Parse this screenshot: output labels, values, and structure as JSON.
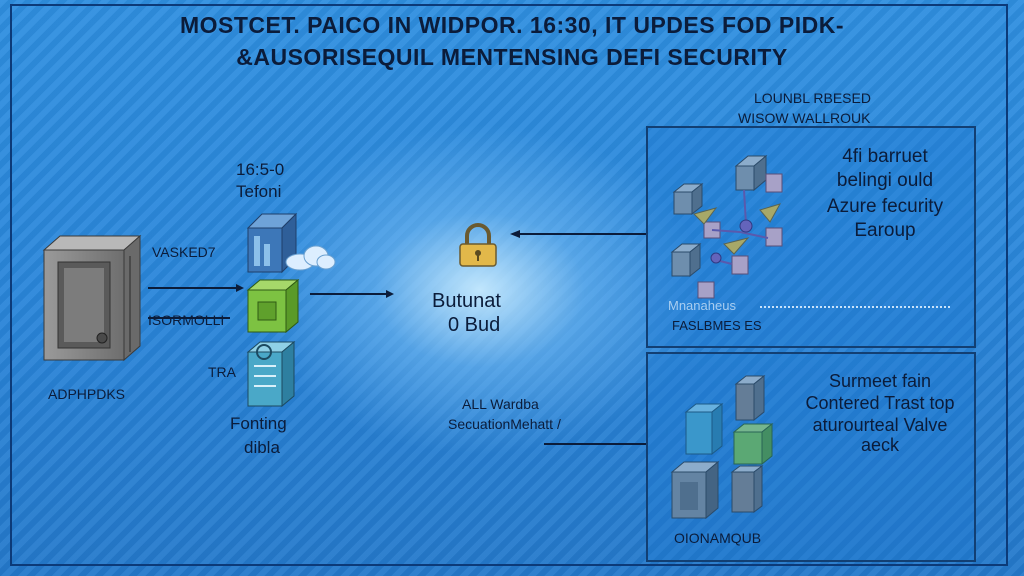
{
  "title": {
    "line1": "MOSTCET. PAICO IN WIDPOR. 16:30, IT UPDES FOD PIDK-",
    "line2": "&AUSORISEQUIL MENTENSING DEFI SECURITY"
  },
  "server": {
    "label": "ADPHPDKS"
  },
  "left_labels": {
    "top_time": "16:5-0",
    "top_sub": "Tefoni",
    "vasked": "VASKED7",
    "isormolli": "ISORMOLLI",
    "tra": "TRA",
    "fonting": "Fonting",
    "dibla": "dibla"
  },
  "center": {
    "line1": "Butunat",
    "line2": "0 Bud"
  },
  "middle_right": {
    "line1": "ALL Wardba",
    "line2": "SecuationMehatt /"
  },
  "top_right_caption": {
    "line1": "LOUNBL RBESED",
    "line2": "WISOW WALLROUK"
  },
  "panel_top": {
    "line1": "4fi barruet",
    "line2": "belingi ould",
    "line3": "Azure fecurity",
    "line4": "Earoup",
    "footer1": "Mnanaheus",
    "footer2": "FASLBMES ES"
  },
  "panel_bottom": {
    "line1": "Surmeet fain",
    "line2": "Contered Trast top",
    "line3": "aturourteal Valve",
    "line4": "aeck",
    "footer": "OIONAMQUB"
  },
  "colors": {
    "background": "#2a86da",
    "border": "#0c3a78",
    "cube_green": "#7dc242",
    "cube_teal": "#4aa8c8",
    "cube_gray": "#8c8c8c",
    "pink": "#f2b7c2",
    "yellow": "#f2c230"
  }
}
